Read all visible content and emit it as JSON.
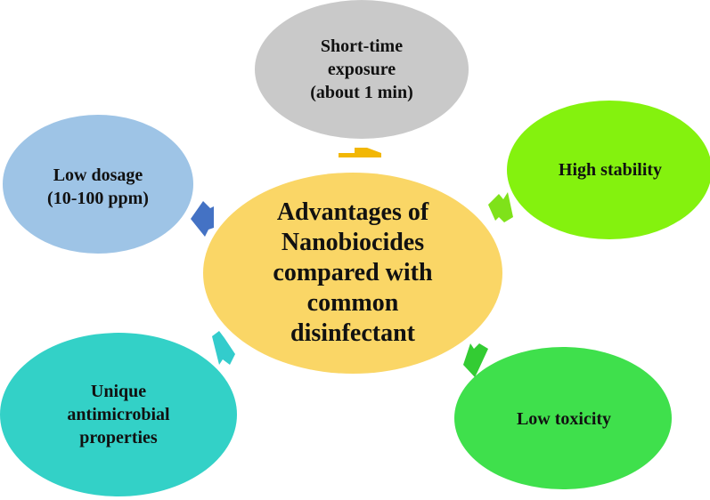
{
  "diagram": {
    "center": {
      "label": "Advantages of\nNanobiocides\ncompared with\ncommon\ndisinfectant",
      "color": "#FAD666"
    },
    "nodes": [
      {
        "id": "top",
        "label": "Short-time\nexposure\n(about 1 min)",
        "color": "#C9C9C9",
        "arrow_color": "#F2B705",
        "arrow_direction": "up"
      },
      {
        "id": "right",
        "label": "High stability",
        "color": "#84F20E",
        "arrow_color": "#7FE21A",
        "arrow_direction": "up-right"
      },
      {
        "id": "bottom-right",
        "label": "Low toxicity",
        "color": "#3FE04C",
        "arrow_color": "#33CC33",
        "arrow_direction": "down-right"
      },
      {
        "id": "bottom-left",
        "label": "Unique\nantimicrobial\nproperties",
        "color": "#33D1C7",
        "arrow_color": "#33CCCC",
        "arrow_direction": "down-left"
      },
      {
        "id": "left",
        "label": "Low dosage\n(10-100 ppm)",
        "color": "#9EC4E6",
        "arrow_color": "#4472C4",
        "arrow_direction": "up-left"
      }
    ]
  }
}
